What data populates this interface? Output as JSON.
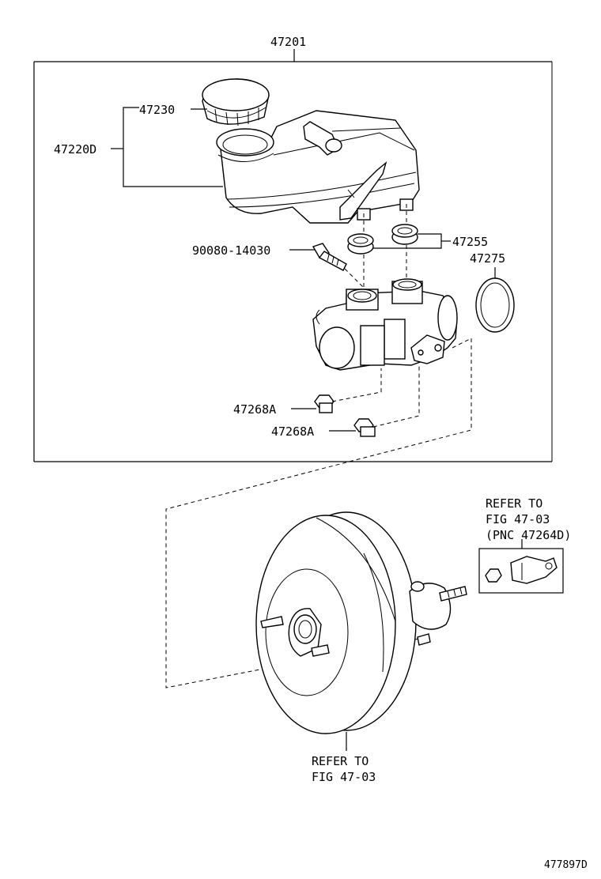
{
  "callouts": {
    "assembly": "47201",
    "cap": "47230",
    "reservoir": "47220D",
    "screw": "90080-14030",
    "grommet": "47255",
    "oring": "47275",
    "plug_upper": "47268A",
    "plug_lower": "47268A"
  },
  "refer_clevis": {
    "line1": "REFER TO",
    "line2": "FIG 47-03",
    "line3": "(PNC 47264D)"
  },
  "refer_booster": {
    "line1": "REFER TO",
    "line2": "FIG 47-03"
  },
  "figure_code": "477897D"
}
